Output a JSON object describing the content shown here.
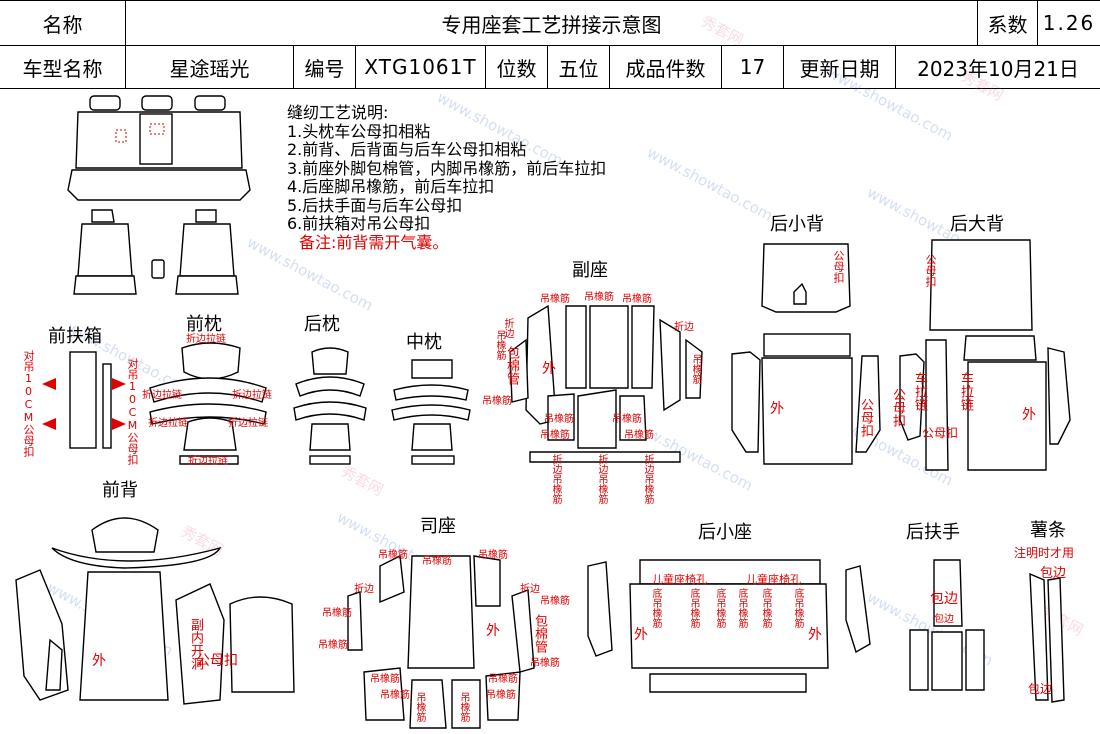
{
  "header": {
    "name_label": "名称",
    "title": "专用座套工艺拼接示意图",
    "coef_label": "系数",
    "coef_value": "1.26",
    "model_label": "车型名称",
    "model_value": "星途瑶光",
    "code_label": "编号",
    "code_value": "XTG1061T",
    "seats_label": "位数",
    "seats_value": "五位",
    "pieces_label": "成品件数",
    "pieces_value": "17",
    "date_label": "更新日期",
    "date_value": "2023年10月21日"
  },
  "notes": {
    "heading": "缝纫工艺说明:",
    "items": [
      "1.头枕车公母扣相粘",
      "2.前背、后背面与后车公母扣相粘",
      "3.前座外脚包棉管，内脚吊橡筋，前后车拉扣",
      "4.后座脚吊橡筋，前后车拉扣",
      "5.后扶手面与后车公母扣",
      "6.前扶箱对吊公母扣"
    ],
    "remark": "备注:前背需开气囊。"
  },
  "sections": {
    "front_armbox": "前扶箱",
    "front_pillow": "前枕",
    "rear_pillow": "后枕",
    "mid_pillow": "中枕",
    "passenger_seat": "副座",
    "rear_small_back": "后小背",
    "rear_big_back": "后大背",
    "front_back": "前背",
    "driver_seat": "司座",
    "rear_small_seat": "后小座",
    "rear_armrest": "后扶手",
    "strip": "薯条"
  },
  "annotations": {
    "armbox_left": "对吊10CM公母扣",
    "armbox_right": "对吊10CM公母扣",
    "zip": "折边拉链",
    "elastic": "吊橡筋",
    "fold_edge": "折边",
    "wrap_cotton": "包棉管",
    "outer": "外",
    "hook": "公母扣",
    "car_zip": "车拉链",
    "car_hook": "公母扣",
    "fold_elastic": "折边吊橡筋",
    "inner_hole": "副内开洞",
    "child_seat": "儿童座椅孔",
    "bottom_elastic": "底吊橡筋",
    "wrap_edge": "包边",
    "strip_note": "注明时才用"
  },
  "watermark": {
    "site": "www.showtao.com",
    "brand": "秀套网"
  },
  "colors": {
    "annotation": "#e00000",
    "line": "#000000",
    "watermark": "#3c6ec8"
  }
}
